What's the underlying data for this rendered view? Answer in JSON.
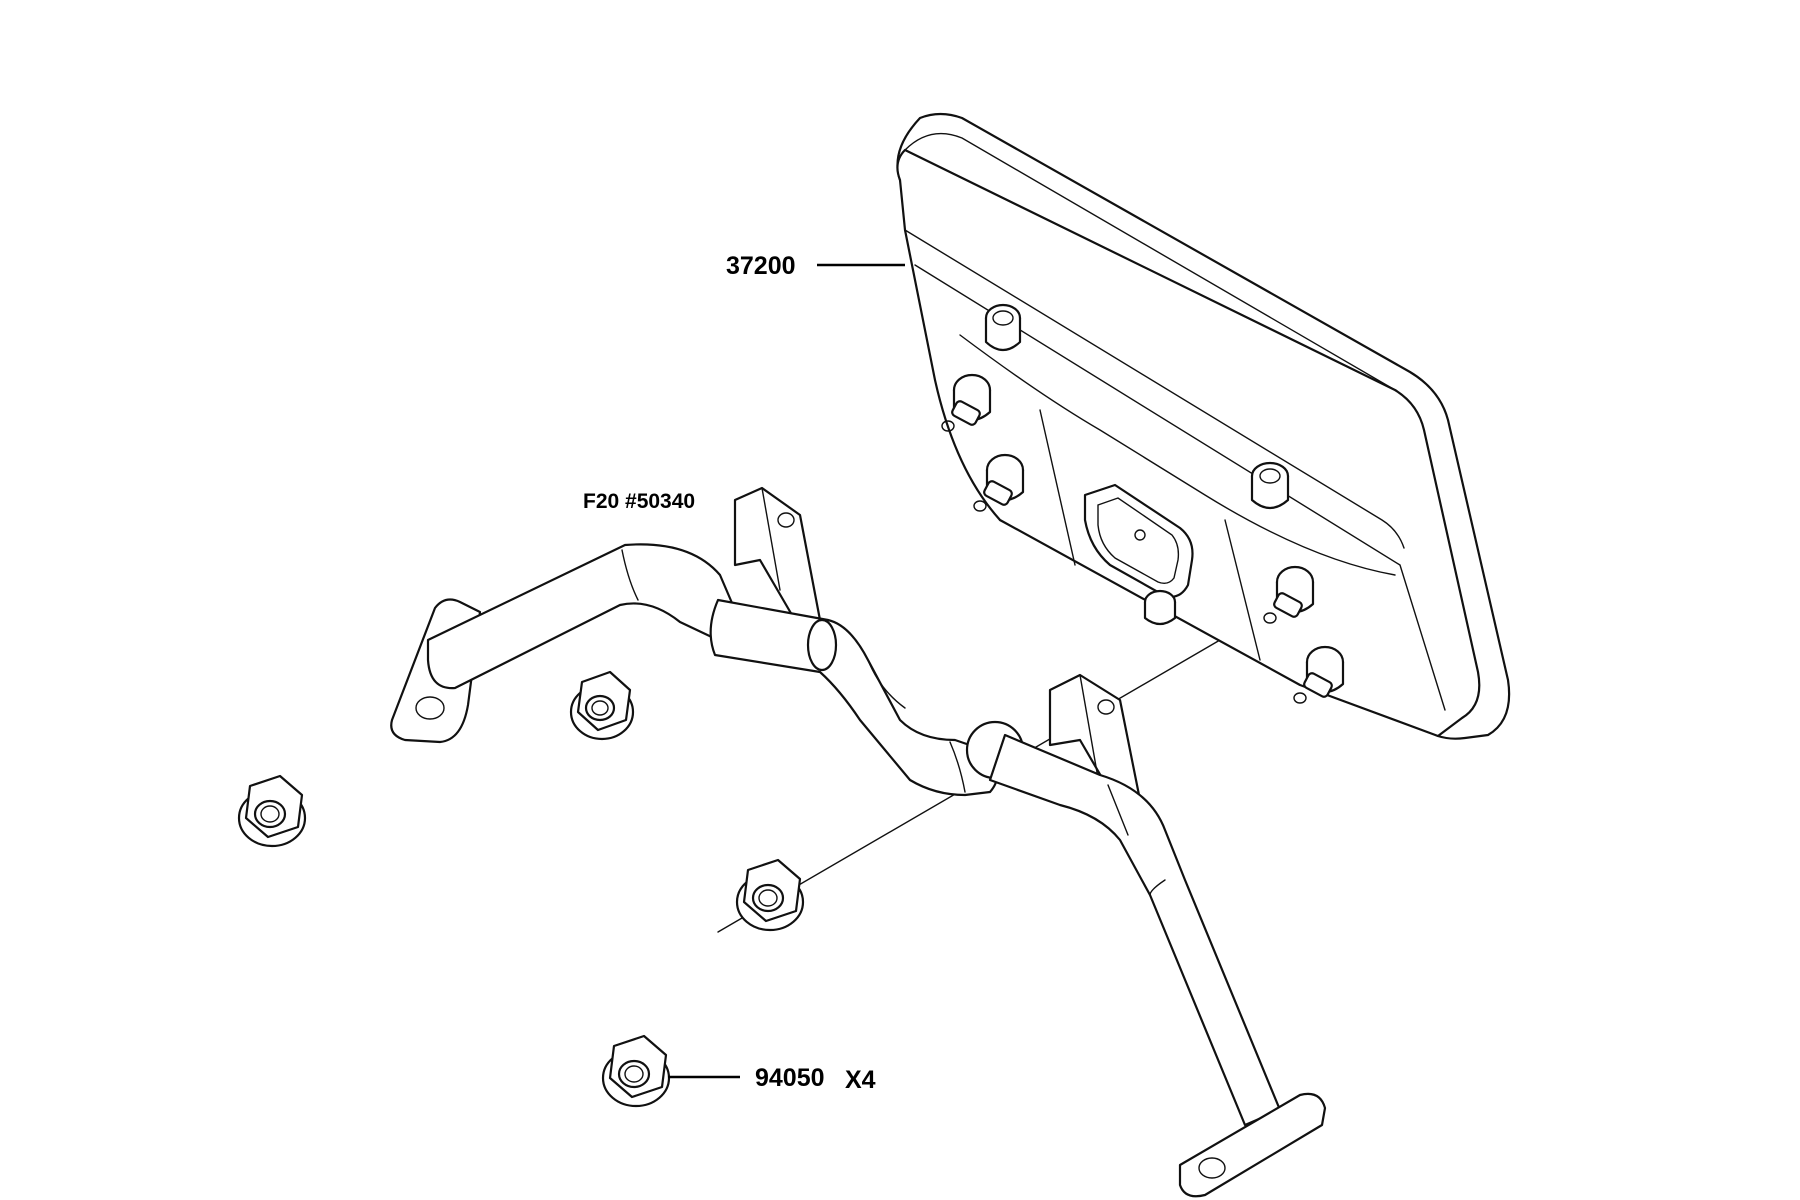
{
  "labels": {
    "display": "37200",
    "bracket": "F20 #50340",
    "nut_part": "94050",
    "nut_qty": "X4"
  },
  "colors": {
    "line": "#111111",
    "background": "#ffffff"
  }
}
